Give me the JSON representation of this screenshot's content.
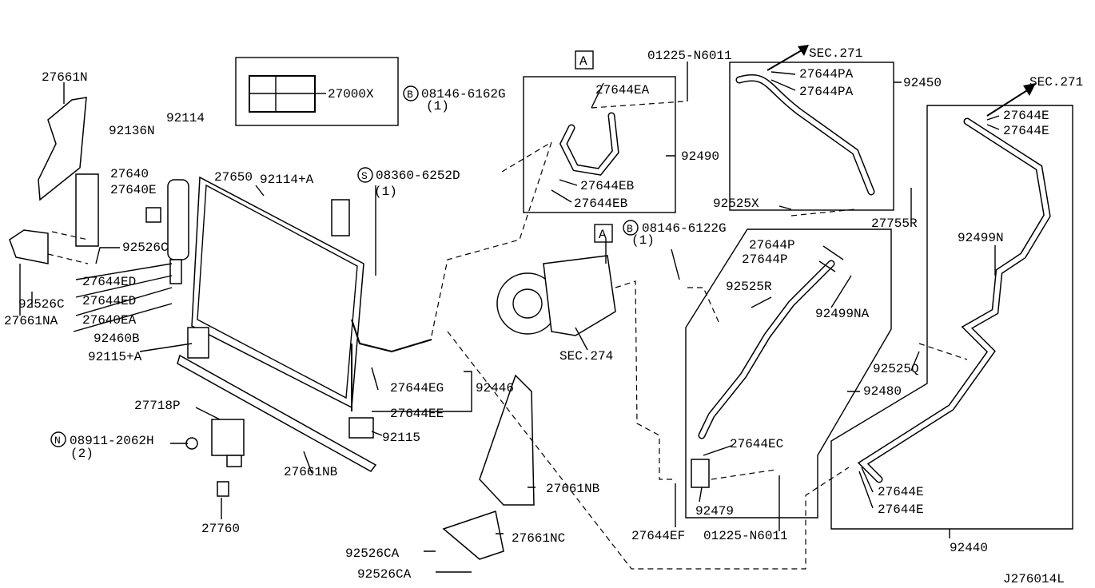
{
  "diagram_id": "J276014L",
  "labels": {
    "p27661N": "27661N",
    "p27000X": "27000X",
    "bolt1": "08146-6162G",
    "bolt1_qty": "(1)",
    "bolt1_mark": "B",
    "p92114": "92114",
    "p92136N": "92136N",
    "p27640": "27640",
    "p27640E": "27640E",
    "p27650": "27650",
    "p92114A": "92114+A",
    "screw": "08360-6252D",
    "screw_qty": "(1)",
    "screw_mark": "S",
    "p92526C_a": "92526C",
    "p27644ED_a": "27644ED",
    "p27644ED_b": "27644ED",
    "p92526C_b": "92526C",
    "p27661NA": "27661NA",
    "p27640EA": "27640EA",
    "p92460B": "92460B",
    "p92115A": "92115+A",
    "ref_A1": "A",
    "p27644EA": "27644EA",
    "p01225_a": "01225-N6011",
    "p92490": "92490",
    "p27644EB_a": "27644EB",
    "p27644EB_b": "27644EB",
    "ref_A2": "A",
    "bolt2": "08146-6122G",
    "bolt2_qty": "(1)",
    "bolt2_mark": "B",
    "sec274": "SEC.274",
    "p27644EG": "27644EG",
    "p92446": "92446",
    "p27644EE": "27644EE",
    "p27718P": "27718P",
    "nut": "08911-2062H",
    "nut_qty": "(2)",
    "nut_mark": "N",
    "p92115": "92115",
    "p27661NB_a": "27661NB",
    "p27760": "27760",
    "p27661NB_b": "27661NB",
    "p27661NC": "27661NC",
    "p92526CA_a": "92526CA",
    "p92526CA_b": "92526CA",
    "sec271_a": "SEC.271",
    "p27644PA_a": "27644PA",
    "p27644PA_b": "27644PA",
    "p92450": "92450",
    "sec271_b": "SEC.271",
    "p27644E_a": "27644E",
    "p27644E_b": "27644E",
    "p92525X": "92525X",
    "p27755R": "27755R",
    "p27644P_a": "27644P",
    "p27644P_b": "27644P",
    "p92525R": "92525R",
    "p92499N": "92499N",
    "p92499NA": "92499NA",
    "p92525Q": "92525Q",
    "p92480": "92480",
    "p27644EC": "27644EC",
    "p92479": "92479",
    "p01225_b": "01225-N6011",
    "p27644EF": "27644EF",
    "p27644E_c": "27644E",
    "p27644E_d": "27644E",
    "p92440": "92440"
  }
}
